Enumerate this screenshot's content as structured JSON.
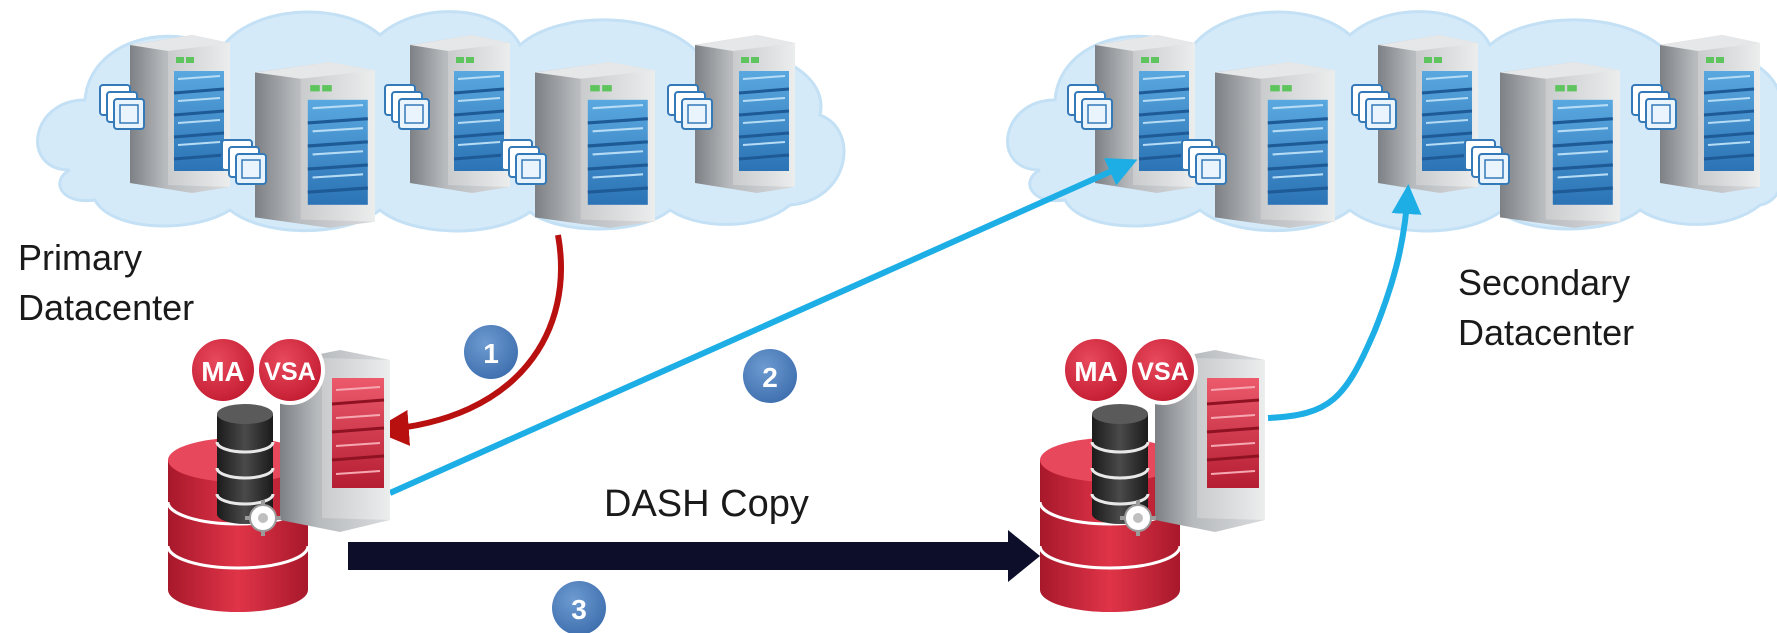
{
  "sites": {
    "primary": {
      "line1": "Primary",
      "line2": "Datacenter"
    },
    "secondary": {
      "line1": "Secondary",
      "line2": "Datacenter"
    }
  },
  "media_agent_badges": {
    "ma": "MA",
    "vsa": "VSA"
  },
  "steps": {
    "step1": "1",
    "step2": "2",
    "step3": "3"
  },
  "dash_copy_label": "DASH Copy",
  "colors": {
    "cloud": "#d3e9f8",
    "cloud_edge": "#c2dff4",
    "arrow_step1": "#b80f0f",
    "arrow_step2": "#1daee6",
    "arrow_dash": "#0d0f2a",
    "step_badge": "#4f82be",
    "agent_badge": "#d32338",
    "disk_stack": "#d32338",
    "tower_gray": "#9ea1a4",
    "drive_blue": "#3a8fd0",
    "drive_red": "#d8324a"
  },
  "icons": [
    "cloud",
    "server-tower",
    "vm-stack-icon",
    "media-agent-server",
    "disk-stack",
    "database-icon",
    "gear-icon"
  ]
}
